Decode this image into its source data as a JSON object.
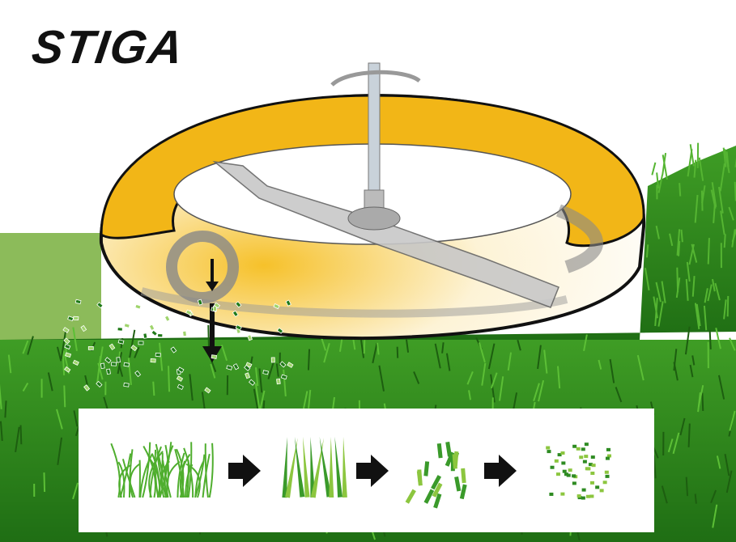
{
  "brand": {
    "logo_text": "STIGA"
  },
  "colors": {
    "deck_yellow": "#f2b617",
    "grass_dark": "#2f8a1e",
    "grass_light": "#6fbf3a",
    "panel_green": "#8cbb5a",
    "arrow": "#111111"
  },
  "stages": [
    "long-grass",
    "cut-blades",
    "chopped-pieces",
    "fine-clippings"
  ]
}
